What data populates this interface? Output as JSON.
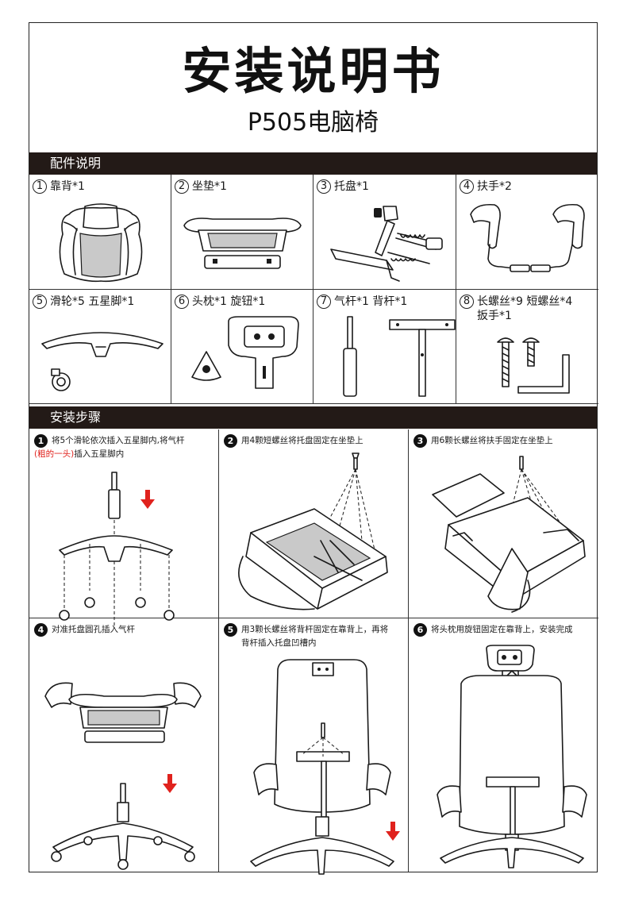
{
  "header": {
    "title": "安装说明书",
    "subtitle": "P505电脑椅"
  },
  "parts_section": {
    "heading": "配件说明",
    "items": [
      {
        "num": "1",
        "label": "靠背*1"
      },
      {
        "num": "2",
        "label": "坐垫*1"
      },
      {
        "num": "3",
        "label": "托盘*1"
      },
      {
        "num": "4",
        "label": "扶手*2"
      },
      {
        "num": "5",
        "label": "滑轮*5 五星脚*1"
      },
      {
        "num": "6",
        "label": "头枕*1 旋钮*1"
      },
      {
        "num": "7",
        "label": "气杆*1 背杆*1"
      },
      {
        "num": "8",
        "label": "长螺丝*9 短螺丝*4",
        "label2": "扳手*1"
      }
    ]
  },
  "steps_section": {
    "heading": "安装步骤",
    "steps": [
      {
        "num": "1",
        "text": "将5个滑轮依次插入五星脚内,将气杆",
        "highlight": "(粗的一头)",
        "text2": "插入五星脚内"
      },
      {
        "num": "2",
        "text": "用4颗短螺丝将托盘固定在坐垫上"
      },
      {
        "num": "3",
        "text": "用6颗长螺丝将扶手固定在坐垫上"
      },
      {
        "num": "4",
        "text": "对准托盘圆孔插入气杆"
      },
      {
        "num": "5",
        "text": "用3颗长螺丝将背杆固定在靠背上，再将",
        "text2": "背杆插入托盘凹槽内"
      },
      {
        "num": "6",
        "text": "将头枕用旋钮固定在靠背上，安装完成"
      }
    ]
  },
  "colors": {
    "section_bar": "#231a17",
    "highlight_red": "#e0221d",
    "line": "#1a1a1a"
  }
}
